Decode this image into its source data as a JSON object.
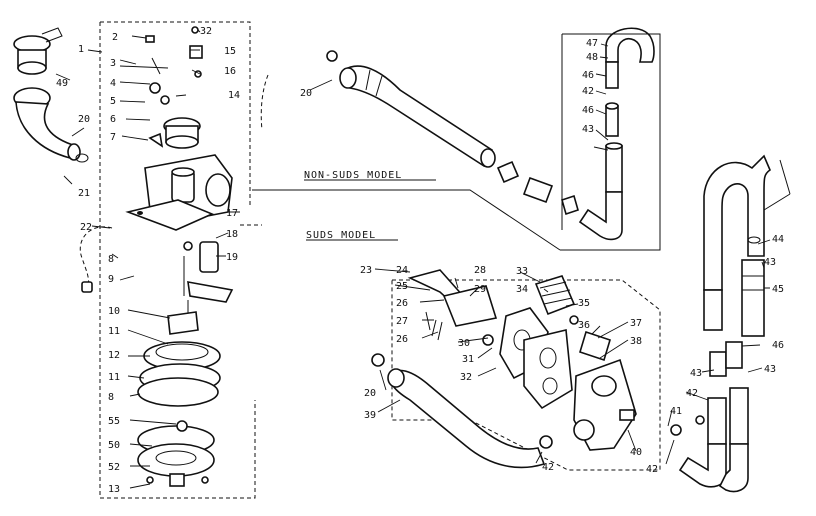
{
  "headings": {
    "non_suds": "NON-SUDS MODEL",
    "suds": "SUDS MODEL"
  },
  "callouts": [
    "1",
    "2",
    "3",
    "4",
    "5",
    "6",
    "7",
    "8",
    "9",
    "10",
    "11",
    "12",
    "11",
    "8",
    "55",
    "50",
    "52",
    "13",
    "14",
    "15",
    "16",
    "17",
    "18",
    "19",
    "20",
    "21",
    "22",
    "23",
    "24",
    "25",
    "26",
    "27",
    "26",
    "28",
    "29",
    "30",
    "31",
    "32",
    "33",
    "34",
    "35",
    "36",
    "37",
    "38",
    "39",
    "20",
    "40",
    "41",
    "42",
    "42",
    "42",
    "43",
    "43",
    "44",
    "45",
    "46",
    "47",
    "48",
    "46",
    "42",
    "46",
    "43",
    "43",
    "49",
    "32",
    "20"
  ]
}
